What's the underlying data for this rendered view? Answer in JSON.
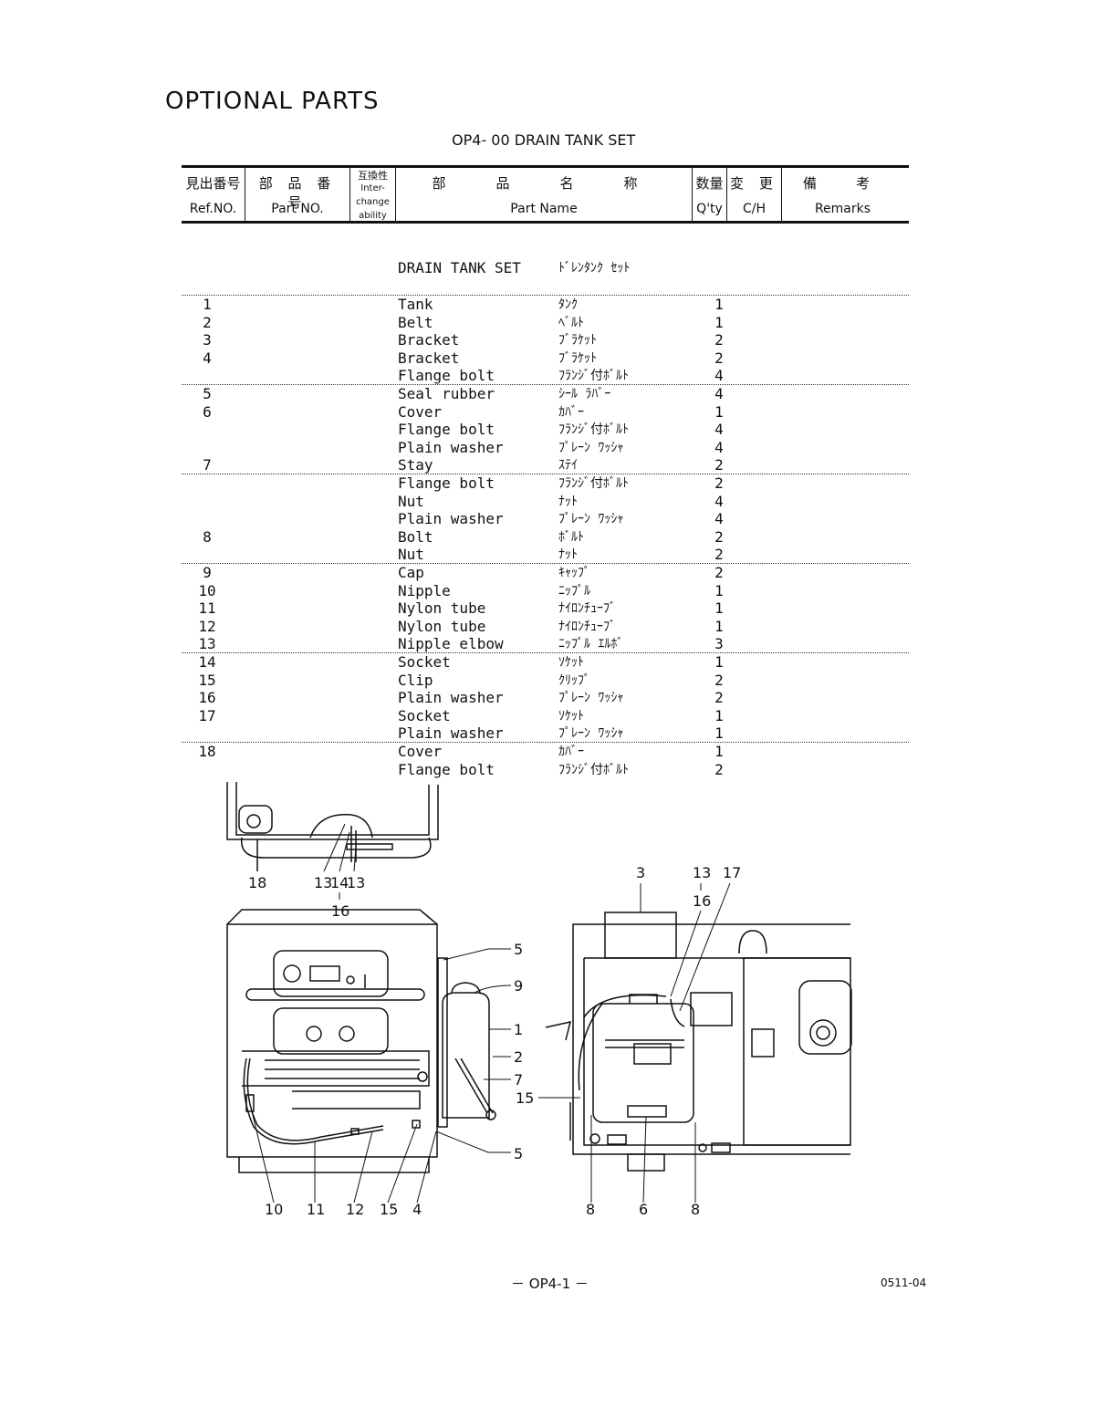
{
  "page_title": "OPTIONAL PARTS",
  "section_title": "OP4- 00   DRAIN TANK SET",
  "header": {
    "ref_jp": "見出番号",
    "ref_en": "Ref.NO.",
    "part_jp": "部 品 番 号",
    "part_en": "Part NO.",
    "inter_jp": "互換性",
    "inter_en1": "Inter-",
    "inter_en2": "change",
    "inter_en3": "ability",
    "name_jp": "部　品　名　称",
    "name_en": "Part  Name",
    "qty_jp": "数量",
    "qty_en": "Q'ty",
    "ch_jp": "変 更",
    "ch_en": "C/H",
    "rem_jp": "備　考",
    "rem_en": "Remarks"
  },
  "assembly": {
    "name": "DRAIN TANK SET",
    "jp": "ﾄﾞﾚﾝﾀﾝｸ ｾｯﾄ"
  },
  "parts": [
    {
      "ref": "1",
      "name": "Tank",
      "jp": "ﾀﾝｸ",
      "qty": "1"
    },
    {
      "ref": "2",
      "name": "Belt",
      "jp": "ﾍﾞﾙﾄ",
      "qty": "1"
    },
    {
      "ref": "3",
      "name": "Bracket",
      "jp": "ﾌﾞﾗｹｯﾄ",
      "qty": "2"
    },
    {
      "ref": "4",
      "name": "Bracket",
      "jp": "ﾌﾞﾗｹｯﾄ",
      "qty": "2"
    },
    {
      "ref": "",
      "name": "Flange bolt",
      "jp": "ﾌﾗﾝｼﾞ付ﾎﾞﾙﾄ",
      "qty": "4"
    },
    {
      "ref": "5",
      "name": "Seal rubber",
      "jp": "ｼｰﾙ ﾗﾊﾞｰ",
      "qty": "4"
    },
    {
      "ref": "6",
      "name": "Cover",
      "jp": "ｶﾊﾞｰ",
      "qty": "1"
    },
    {
      "ref": "",
      "name": "Flange bolt",
      "jp": "ﾌﾗﾝｼﾞ付ﾎﾞﾙﾄ",
      "qty": "4"
    },
    {
      "ref": "",
      "name": "Plain washer",
      "jp": "ﾌﾟﾚｰﾝ ﾜｯｼｬ",
      "qty": "4"
    },
    {
      "ref": "7",
      "name": "Stay",
      "jp": "ｽﾃｲ",
      "qty": "2"
    },
    {
      "ref": "",
      "name": "Flange bolt",
      "jp": "ﾌﾗﾝｼﾞ付ﾎﾞﾙﾄ",
      "qty": "2"
    },
    {
      "ref": "",
      "name": "Nut",
      "jp": "ﾅｯﾄ",
      "qty": "4"
    },
    {
      "ref": "",
      "name": "Plain washer",
      "jp": "ﾌﾟﾚｰﾝ ﾜｯｼｬ",
      "qty": "4"
    },
    {
      "ref": "8",
      "name": "Bolt",
      "jp": "ﾎﾞﾙﾄ",
      "qty": "2"
    },
    {
      "ref": "",
      "name": "Nut",
      "jp": "ﾅｯﾄ",
      "qty": "2"
    },
    {
      "ref": "9",
      "name": "Cap",
      "jp": "ｷｬｯﾌﾟ",
      "qty": "2"
    },
    {
      "ref": "10",
      "name": "Nipple",
      "jp": "ﾆｯﾌﾟﾙ",
      "qty": "1"
    },
    {
      "ref": "11",
      "name": "Nylon tube",
      "jp": "ﾅｲﾛﾝﾁｭｰﾌﾞ",
      "qty": "1"
    },
    {
      "ref": "12",
      "name": "Nylon tube",
      "jp": "ﾅｲﾛﾝﾁｭｰﾌﾞ",
      "qty": "1"
    },
    {
      "ref": "13",
      "name": "Nipple elbow",
      "jp": "ﾆｯﾌﾟﾙ ｴﾙﾎﾞ",
      "qty": "3"
    },
    {
      "ref": "14",
      "name": "Socket",
      "jp": "ｿｹｯﾄ",
      "qty": "1"
    },
    {
      "ref": "15",
      "name": "Clip",
      "jp": "ｸﾘｯﾌﾟ",
      "qty": "2"
    },
    {
      "ref": "16",
      "name": "Plain washer",
      "jp": "ﾌﾟﾚｰﾝ ﾜｯｼｬ",
      "qty": "2"
    },
    {
      "ref": "17",
      "name": "Socket",
      "jp": "ｿｹｯﾄ",
      "qty": "1"
    },
    {
      "ref": "",
      "name": "Plain washer",
      "jp": "ﾌﾟﾚｰﾝ ﾜｯｼｬ",
      "qty": "1"
    },
    {
      "ref": "18",
      "name": "Cover",
      "jp": "ｶﾊﾞｰ",
      "qty": "1"
    },
    {
      "ref": "",
      "name": "Flange bolt",
      "jp": "ﾌﾗﾝｼﾞ付ﾎﾞﾙﾄ",
      "qty": "2"
    }
  ],
  "diagram_labels": {
    "top": [
      "18",
      "13",
      "14",
      "13",
      "16"
    ],
    "left_side": [
      "5",
      "9",
      "1",
      "2",
      "7",
      "15",
      "5"
    ],
    "left_bottom": [
      "10",
      "11",
      "12",
      "15",
      "4"
    ],
    "right_top": [
      "3",
      "13",
      "16",
      "17"
    ],
    "right_bottom": [
      "8",
      "6",
      "8"
    ]
  },
  "footer": {
    "page": "－ OP4-1 －",
    "code": "0511-04"
  }
}
